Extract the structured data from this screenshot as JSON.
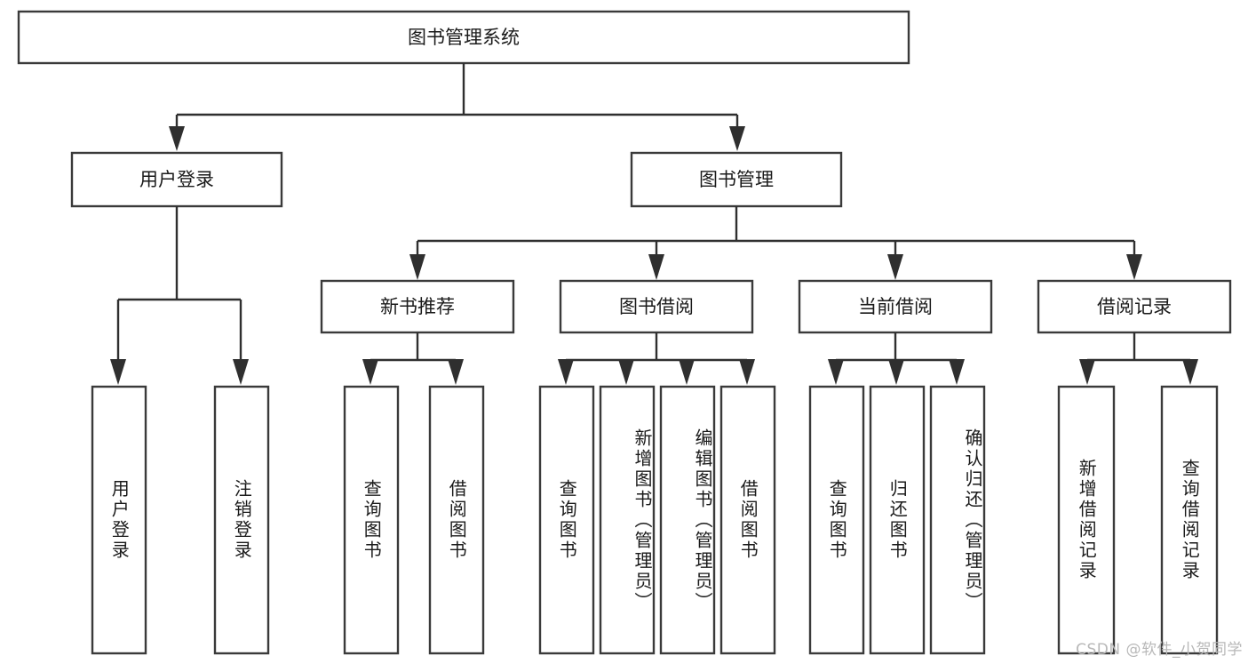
{
  "diagram": {
    "type": "tree",
    "title": "图书管理系统",
    "root": {
      "id": "root",
      "label": "图书管理系统"
    },
    "level2": [
      {
        "id": "user-login",
        "label": "用户登录"
      },
      {
        "id": "book-manage",
        "label": "图书管理"
      }
    ],
    "level3": [
      {
        "id": "new-book-recommend",
        "label": "新书推荐",
        "parent": "book-manage"
      },
      {
        "id": "book-borrow",
        "label": "图书借阅",
        "parent": "book-manage"
      },
      {
        "id": "current-borrow",
        "label": "当前借阅",
        "parent": "book-manage"
      },
      {
        "id": "borrow-record",
        "label": "借阅记录",
        "parent": "book-manage"
      }
    ],
    "leaves": [
      {
        "id": "leaf-user-login",
        "label": "用户登录",
        "parent": "user-login"
      },
      {
        "id": "leaf-logout-login",
        "label": "注销登录",
        "parent": "user-login"
      },
      {
        "id": "leaf-query-book-1",
        "label": "查询图书",
        "parent": "new-book-recommend"
      },
      {
        "id": "leaf-borrow-book-1",
        "label": "借阅图书",
        "parent": "new-book-recommend"
      },
      {
        "id": "leaf-query-book-2",
        "label": "查询图书",
        "parent": "book-borrow"
      },
      {
        "id": "leaf-add-book",
        "label": "新增图书（管理员）",
        "parent": "book-borrow"
      },
      {
        "id": "leaf-edit-book",
        "label": "编辑图书（管理员）",
        "parent": "book-borrow"
      },
      {
        "id": "leaf-borrow-book-2",
        "label": "借阅图书",
        "parent": "book-borrow"
      },
      {
        "id": "leaf-query-book-3",
        "label": "查询图书",
        "parent": "current-borrow"
      },
      {
        "id": "leaf-return-book",
        "label": "归还图书",
        "parent": "current-borrow"
      },
      {
        "id": "leaf-confirm-return",
        "label": "确认归还（管理员）",
        "parent": "current-borrow"
      },
      {
        "id": "leaf-add-record",
        "label": "新增借阅记录",
        "parent": "borrow-record"
      },
      {
        "id": "leaf-query-record",
        "label": "查询借阅记录",
        "parent": "borrow-record"
      }
    ]
  },
  "watermark": {
    "text": "CSDN @软件_小贺同学"
  },
  "colors": {
    "box_stroke": "#3a3a3a",
    "connector": "#2f2f2f",
    "background": "#ffffff",
    "text": "#1a1a1a",
    "watermark": "#b8b8b8"
  }
}
